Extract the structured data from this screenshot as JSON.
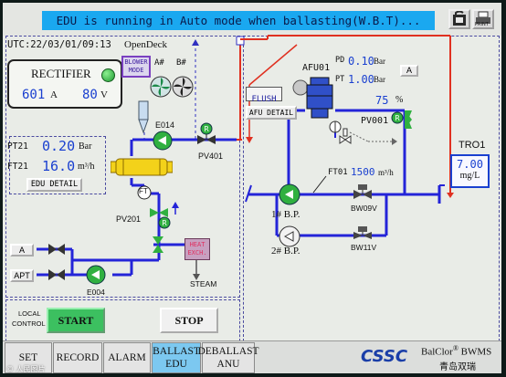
{
  "banner": {
    "message": "EDU is running in Auto mode when ballasting(W.B.T)..."
  },
  "header": {
    "datetime": "UTC:22/03/01/09:13",
    "deck": "OpenDeck",
    "unlock_icon": "padlock-icon",
    "print_label": "PRINT"
  },
  "rectifier": {
    "title": "RECTIFIER",
    "current_value": "601",
    "current_unit": "A",
    "voltage_value": "80",
    "voltage_unit": "V"
  },
  "blower": {
    "mode_line1": "BLOWER",
    "mode_line2": "MODE",
    "fan_a": "A#",
    "fan_b": "B#"
  },
  "edu": {
    "eo14_label": "E014",
    "pv401_label": "PV401",
    "pv201_label": "PV201",
    "eo04_label": "E004",
    "ft_label": "FT",
    "heat_exch_line1": "HEAT",
    "heat_exch_line2": "EXCH.",
    "steam_label": "STEAM",
    "a_label": "A",
    "apt_label": "APT",
    "r_label": "R"
  },
  "sensors": {
    "pt21_label": "PT21",
    "pt21_value": "0.20",
    "pt21_unit": "Bar",
    "ft21_label": "FT21",
    "ft21_value": "16.0",
    "ft21_unit": "m³/h",
    "edu_detail": "EDU DETAIL"
  },
  "afu": {
    "name": "AFU01",
    "pd_label": "PD",
    "pd_value": "0.10",
    "pd_unit": "Bar",
    "pt_label": "PT",
    "pt_value": "1.00",
    "pt_unit": "Bar",
    "flush_label": "FLUSH",
    "detail_label": "AFU DETAIL",
    "percent_value": "75",
    "percent_unit": "%",
    "pv001_label": "PV001",
    "a_label": "A"
  },
  "tro": {
    "title": "TRO1",
    "value": "7.00",
    "unit": "mg/L"
  },
  "flow": {
    "ft01_label": "FT01",
    "ft01_value": "1500",
    "ft01_unit": "m³/h"
  },
  "pumps": {
    "bp1": "1# B.P.",
    "bp2": "2# B.P.",
    "bw09v": "BW09V",
    "bw11v": "BW11V"
  },
  "control": {
    "local_line1": "LOCAL",
    "local_line2": "CONTROL",
    "start_label": "START",
    "stop_label": "STOP"
  },
  "tabs": [
    {
      "line1": "SET",
      "line2": ""
    },
    {
      "line1": "RECORD",
      "line2": ""
    },
    {
      "line1": "ALARM",
      "line2": ""
    },
    {
      "line1": "BALLAST",
      "line2": "EDU"
    },
    {
      "line1": "DEBALLAST",
      "line2": "ANU"
    }
  ],
  "branding": {
    "logo": "CSSC",
    "product": "BalClor",
    "registered": "®",
    "suffix": "BWMS",
    "company_cn": "青岛双瑞",
    "watermark": "© 人民图片"
  },
  "colors": {
    "banner_bg": "#1aa8f0",
    "start_green": "#3cc060",
    "value_blue": "#1a40d0",
    "pipe_blue": "#2424d8",
    "pipe_red": "#e03020",
    "valve_green": "#30b040"
  }
}
